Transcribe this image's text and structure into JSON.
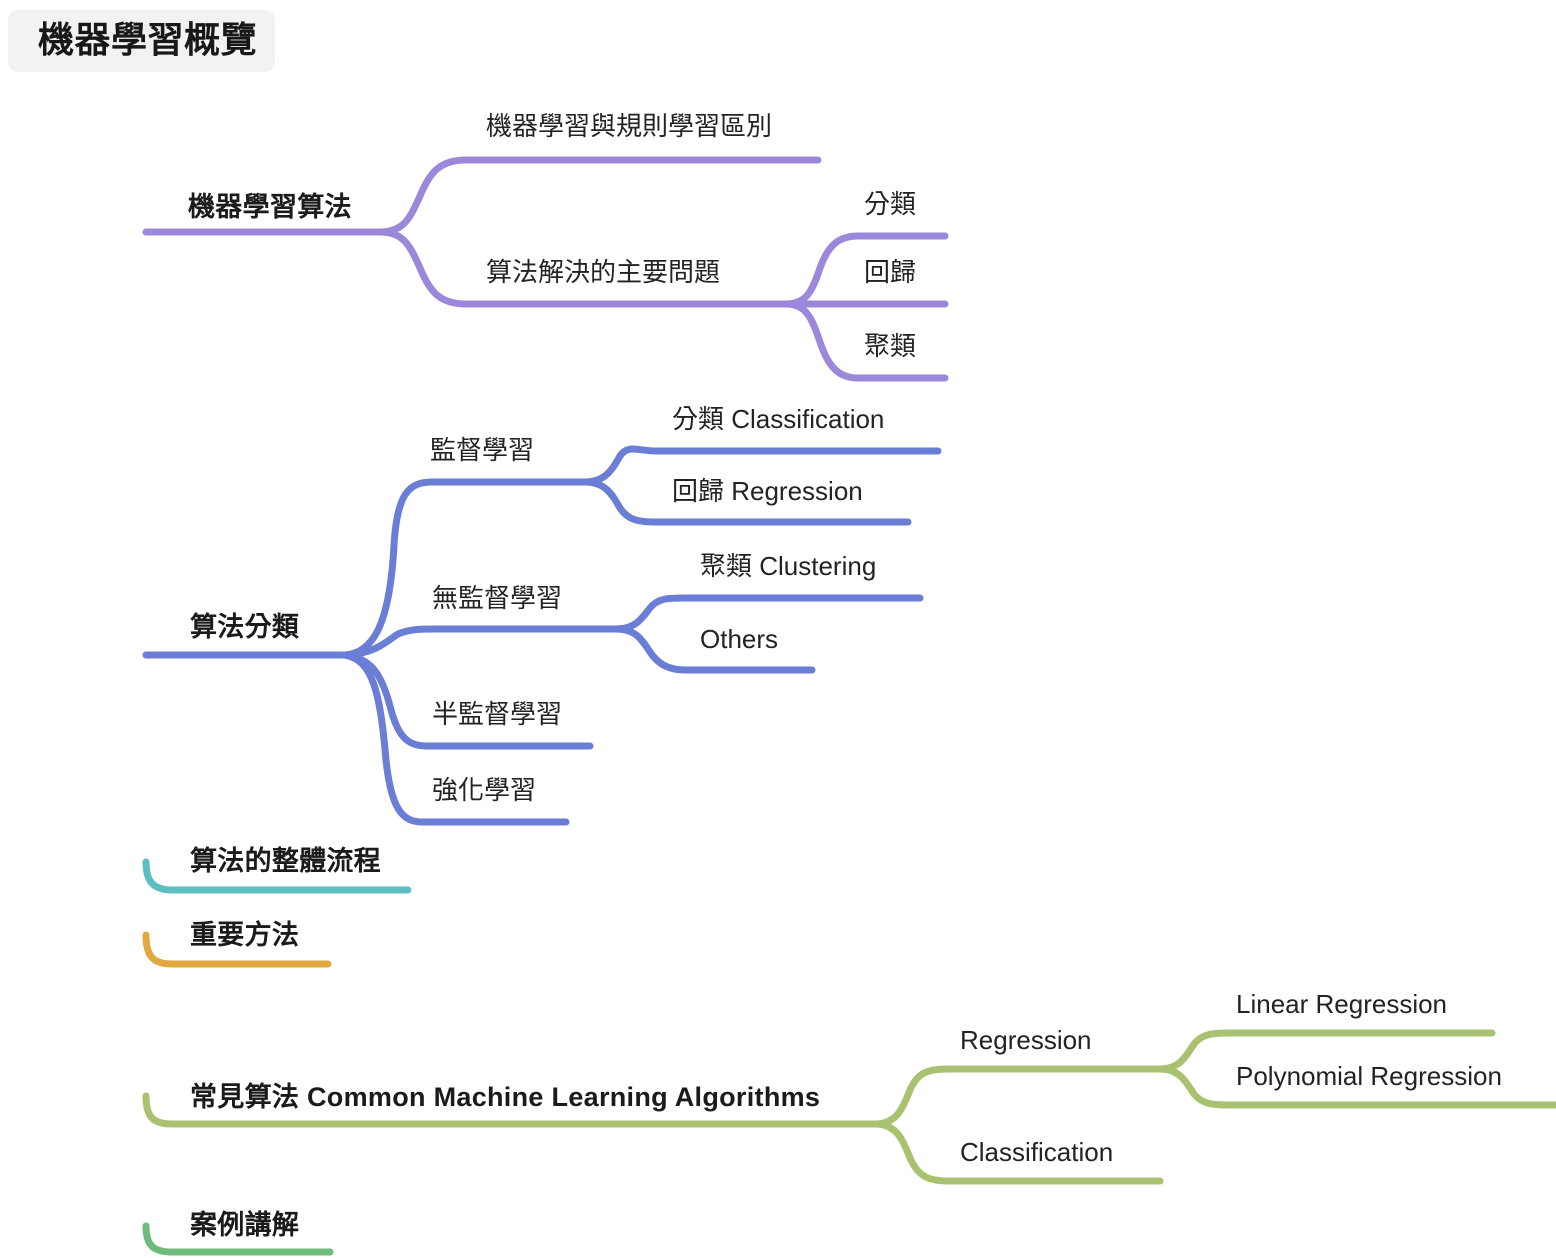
{
  "document": {
    "type": "mindmap",
    "title": "機器學習概覽",
    "background_color": "#ffffff",
    "root_chip_color": "#f2f2f2"
  },
  "palette": {
    "purple": "#9b88db",
    "blue": "#6b7ed6",
    "teal": "#5cbfc1",
    "gold": "#dfa93f",
    "olive": "#a9c271",
    "mint": "#6fbb7b",
    "text": "#1f1f1f"
  },
  "root": {
    "label": "機器學習概覽"
  },
  "branches": [
    {
      "id": "ml-algorithms",
      "label": "機器學習算法",
      "color": "#9b88db",
      "children": [
        {
          "id": "ml-vs-rule",
          "label": "機器學習與規則學習區別",
          "children": []
        },
        {
          "id": "main-problems",
          "label": "算法解決的主要問題",
          "children": [
            {
              "id": "prob-classification",
              "label": "分類"
            },
            {
              "id": "prob-regression",
              "label": "回歸"
            },
            {
              "id": "prob-clustering",
              "label": "聚類"
            }
          ]
        }
      ]
    },
    {
      "id": "algorithm-taxonomy",
      "label": "算法分類",
      "color": "#6b7ed6",
      "children": [
        {
          "id": "supervised",
          "label": "監督學習",
          "children": [
            {
              "id": "sup-classification",
              "label": "分類 Classification"
            },
            {
              "id": "sup-regression",
              "label": "回歸 Regression"
            }
          ]
        },
        {
          "id": "unsupervised",
          "label": "無監督學習",
          "children": [
            {
              "id": "unsup-clustering",
              "label": "聚類 Clustering"
            },
            {
              "id": "unsup-others",
              "label": "Others"
            }
          ]
        },
        {
          "id": "semi-supervised",
          "label": "半監督學習",
          "children": []
        },
        {
          "id": "reinforcement",
          "label": "強化學習",
          "children": []
        }
      ]
    },
    {
      "id": "overall-flow",
      "label": "算法的整體流程",
      "color": "#5cbfc1",
      "children": []
    },
    {
      "id": "important-methods",
      "label": "重要方法",
      "color": "#dfa93f",
      "children": []
    },
    {
      "id": "common-algorithms",
      "label": "常見算法 Common Machine Learning Algorithms",
      "color": "#a9c271",
      "children": [
        {
          "id": "ca-regression",
          "label": "Regression",
          "children": [
            {
              "id": "linear-regression",
              "label": "Linear Regression"
            },
            {
              "id": "polynomial-regression",
              "label": "Polynomial Regression"
            }
          ]
        },
        {
          "id": "ca-classification",
          "label": "Classification",
          "children": []
        }
      ]
    },
    {
      "id": "case-studies",
      "label": "案例講解",
      "color": "#6fbb7b",
      "children": []
    }
  ]
}
